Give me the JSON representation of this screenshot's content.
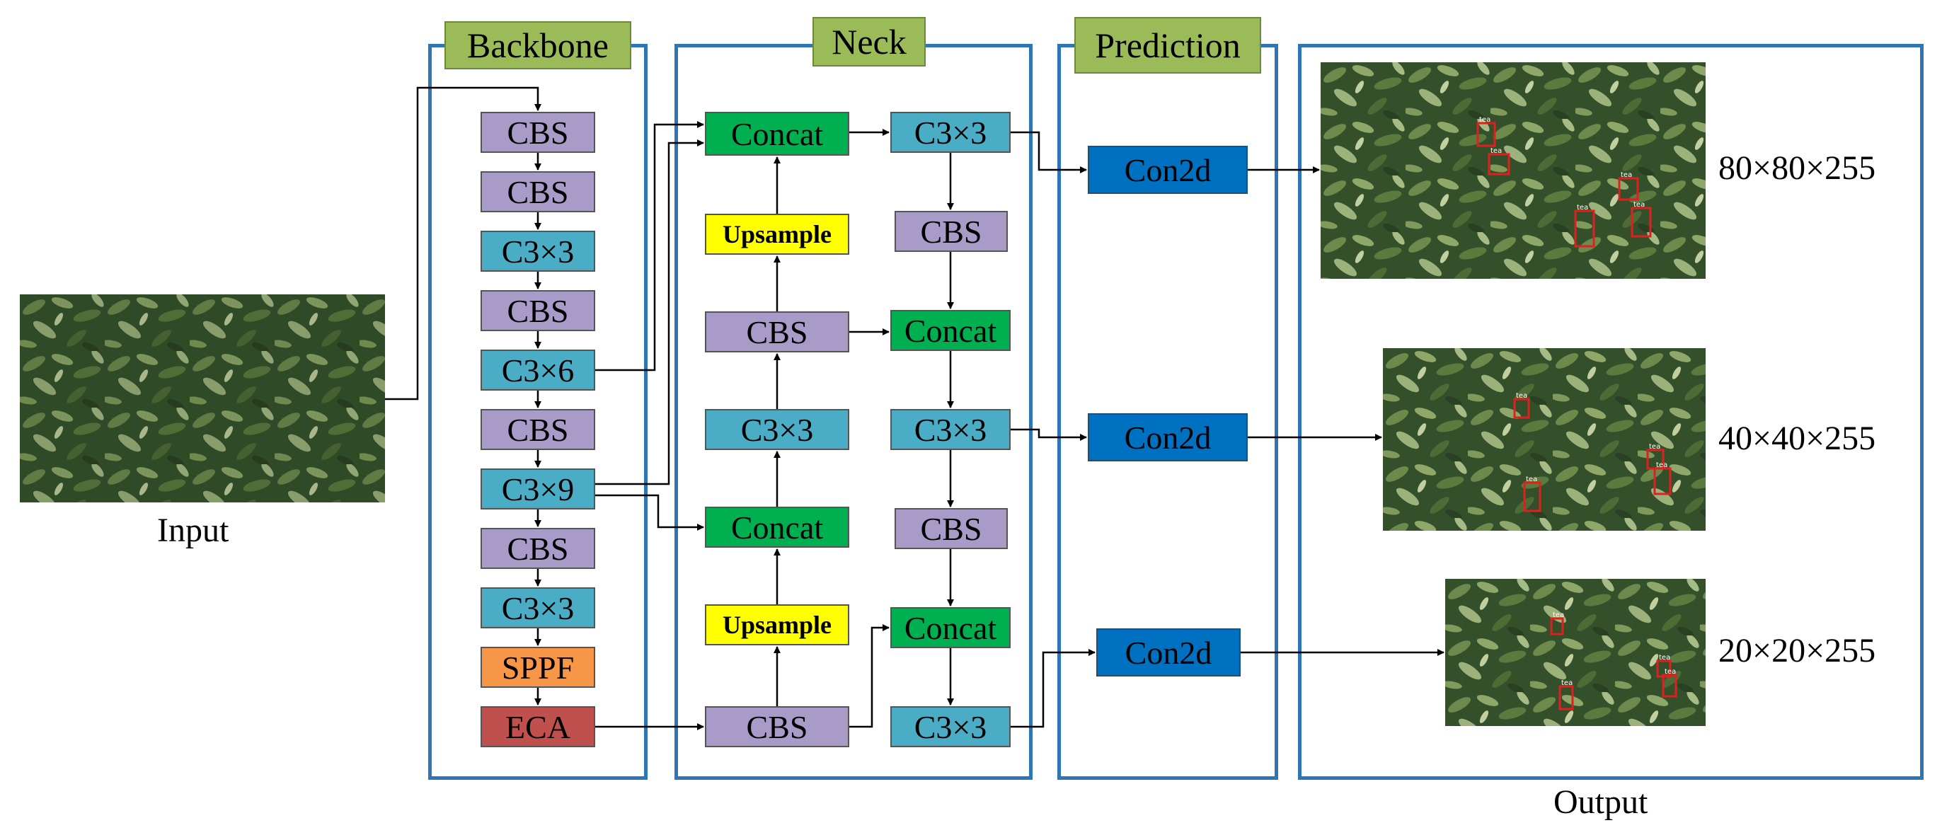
{
  "input": {
    "label": "Input"
  },
  "output": {
    "label": "Output",
    "shapes": [
      "80×80×255",
      "40×40×255",
      "20×20×255"
    ],
    "detection_tag": "tea"
  },
  "panels": {
    "backbone": "Backbone",
    "neck": "Neck",
    "prediction": "Prediction"
  },
  "backbone": {
    "nodes": [
      "CBS",
      "CBS",
      "C3×3",
      "CBS",
      "C3×6",
      "CBS",
      "C3×9",
      "CBS",
      "C3×3",
      "SPPF",
      "ECA"
    ]
  },
  "neck": {
    "left": [
      "Concat",
      "Upsample",
      "CBS",
      "C3×3",
      "Concat",
      "Upsample",
      "CBS"
    ],
    "right": [
      "C3×3",
      "CBS",
      "Concat",
      "C3×3",
      "CBS",
      "Concat",
      "C3×3"
    ]
  },
  "prediction": {
    "nodes": [
      "Con2d",
      "Con2d",
      "Con2d"
    ]
  },
  "colors": {
    "frame": "#2e75b6",
    "title_bg": "#9bbb59",
    "cbs": "#a99bc8",
    "c3": "#4bacc6",
    "concat": "#00b050",
    "upsample": "#ffff00",
    "sppf": "#f79646",
    "eca": "#c0504d",
    "conv": "#0070c0"
  }
}
